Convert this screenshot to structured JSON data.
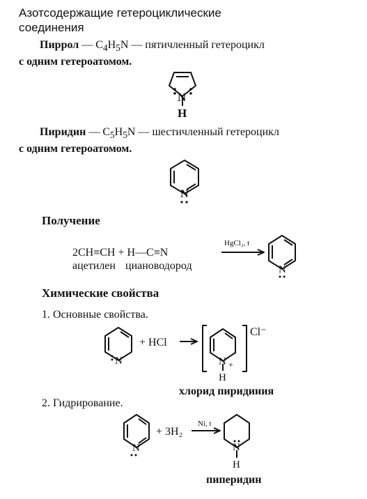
{
  "title": {
    "line1": "Азотсодержащие гетероциклические",
    "line2": "соединения"
  },
  "pyrrole": {
    "name": "Пиррол",
    "formula_main": "C",
    "n1": "4",
    "h": "H",
    "n2": "5",
    "n_atom": "N",
    "desc": " — пятичленный гетероцикл",
    "desc2": "с одним гетероатомом."
  },
  "pyridine": {
    "name": "Пиридин",
    "formula_main": "C",
    "n1": "5",
    "h": "H",
    "n2": "5",
    "n_atom": "N",
    "desc": " — шестичленный гетероцикл",
    "desc2": "с одним гетероатомом."
  },
  "obtaining": {
    "heading": "Получение",
    "reactant1": "2CH≡CH + H—C≡N",
    "label1": "ацетилен",
    "label2": "циановодород",
    "catalyst": "HgCl₂, t"
  },
  "properties": {
    "heading": "Химические свойства",
    "item1": "1. Основные свойства.",
    "reagent1": "+ HCl",
    "anion": "Cl⁻",
    "product1": "хлорид пиридиния",
    "item2": "2. Гидрирование.",
    "reagent2": "+ 3H₂",
    "catalyst2": "Ni, t",
    "product2": "пиперидин"
  },
  "atoms": {
    "N": "N",
    "H": "H",
    "plus": "+"
  }
}
